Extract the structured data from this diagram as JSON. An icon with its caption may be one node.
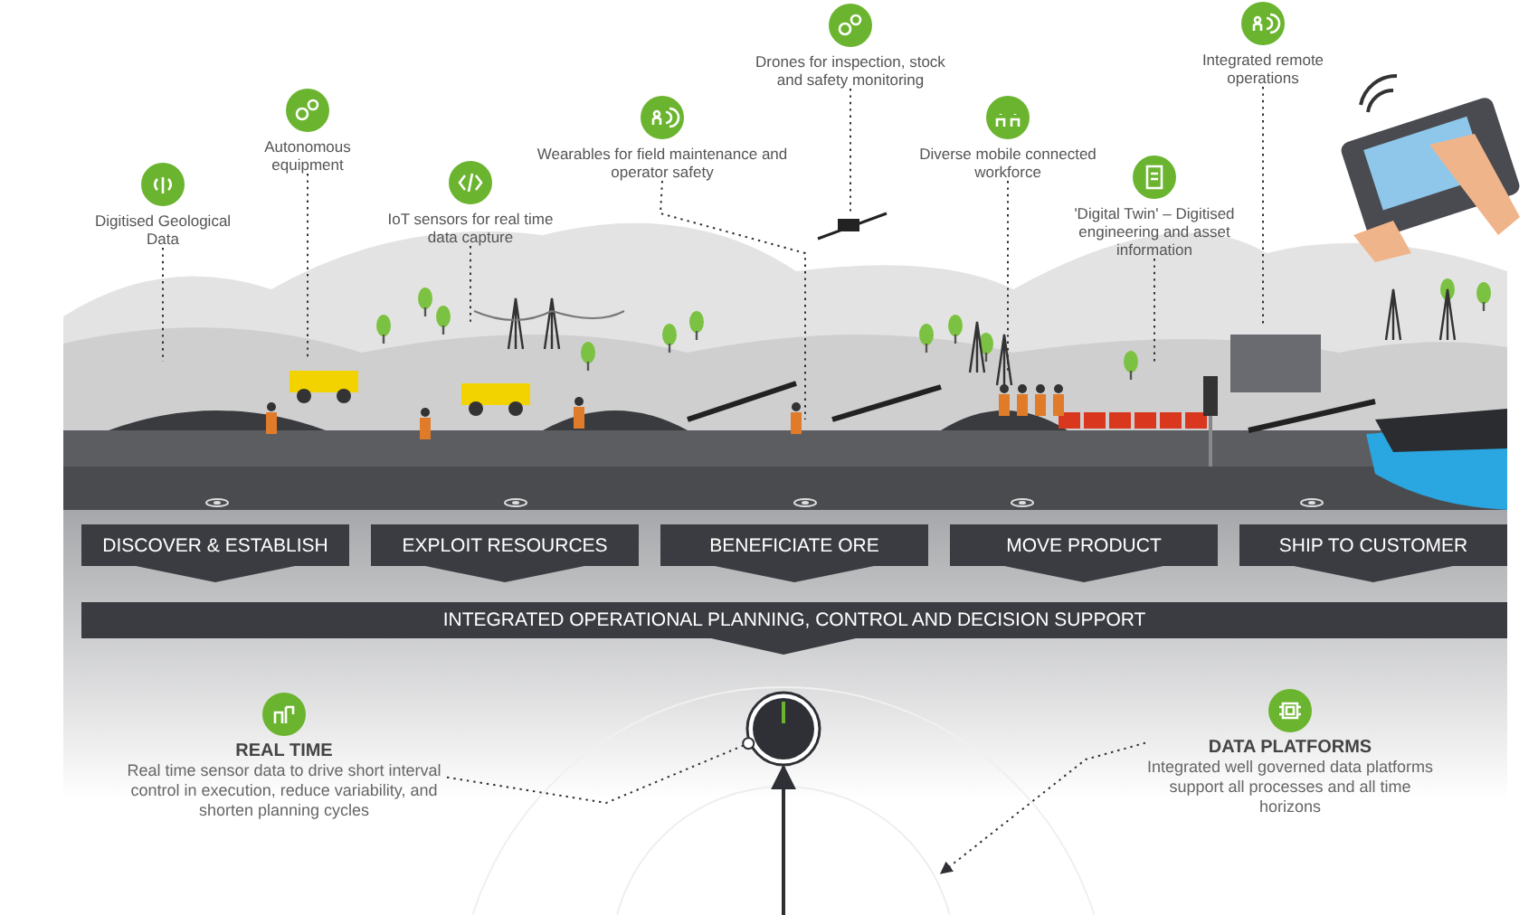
{
  "diagram": {
    "nodes": [
      {
        "text": [
          "Digitised Geological Data"
        ]
      },
      {
        "text": [
          "Autonomous equipment"
        ]
      },
      {
        "text": [
          "IoT sensors for real time data capture"
        ]
      },
      {
        "text": [
          "Wearables for field maintenance and operator safety"
        ]
      },
      {
        "text": [
          "Drones for inspection, stock and safety monitoring"
        ]
      },
      {
        "text": [
          "Diverse mobile connected workforce"
        ]
      },
      {
        "text": [
          "'Digital Twin' – Digitised engineering and asset information"
        ]
      },
      {
        "text": [
          "Integrated remote operations"
        ]
      },
      {
        "text": [
          "DISCOVER & ESTABLISH"
        ]
      },
      {
        "text": [
          "EXPLOIT RESOURCES"
        ]
      },
      {
        "text": [
          "BENEFICIATE ORE"
        ]
      },
      {
        "text": [
          "MOVE PRODUCT"
        ]
      },
      {
        "text": [
          "SHIP TO CUSTOMER"
        ]
      },
      {
        "text": [
          "INTEGRATED OPERATIONAL PLANNING, CONTROL AND DECISION SUPPORT"
        ]
      },
      {
        "text": [
          "REAL TIME",
          "Real time sensor data to drive short interval control in execution, reduce variability, and shorten planning cycles"
        ]
      },
      {
        "text": [
          "DATA PLATFORMS",
          "Integrated well governed data platforms support all processes and all time horizons"
        ]
      },
      {
        "text": [],
        "shape": "circle"
      }
    ],
    "edges": [
      {
        "from": 0,
        "to": null,
        "arrow": "none",
        "style": "dashed"
      },
      {
        "from": 1,
        "to": null,
        "arrow": "none",
        "style": "dashed"
      },
      {
        "from": 2,
        "to": null,
        "arrow": "none",
        "style": "dashed"
      },
      {
        "from": 3,
        "to": null,
        "arrow": "none",
        "style": "dashed"
      },
      {
        "from": 4,
        "to": null,
        "arrow": "none",
        "style": "dashed"
      },
      {
        "from": 5,
        "to": null,
        "arrow": "none",
        "style": "dashed"
      },
      {
        "from": 6,
        "to": null,
        "arrow": "none",
        "style": "dashed"
      },
      {
        "from": 7,
        "to": null,
        "arrow": "none",
        "style": "dashed"
      },
      {
        "from": 14,
        "to": 16,
        "arrow": "other",
        "style": "dashed"
      },
      {
        "from": 15,
        "to": null,
        "arrow": "to",
        "style": "dashed"
      },
      {
        "from": null,
        "to": 16,
        "arrow": "to"
      }
    ]
  }
}
